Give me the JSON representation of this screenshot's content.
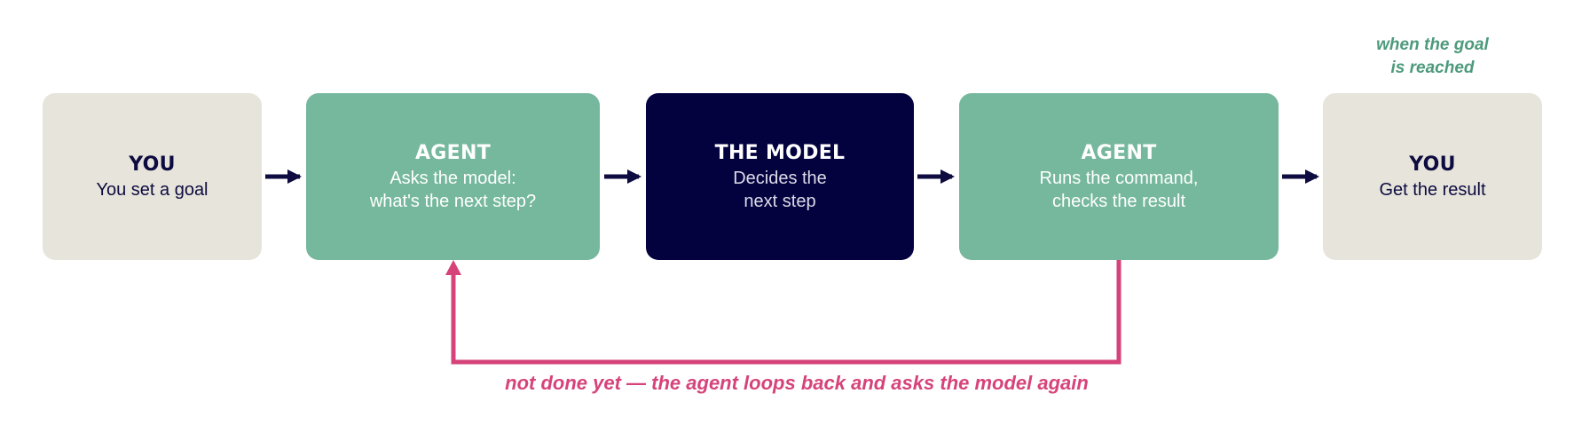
{
  "colors": {
    "you_box": "#e7e4dc",
    "agent_box": "#76b89d",
    "model_box": "#03023f",
    "arrow_navy": "#0d0b3f",
    "loop_pink": "#d6437a",
    "note_green": "#4d9a7b"
  },
  "nodes": [
    {
      "title": "YOU",
      "subtitle": "You set a goal"
    },
    {
      "title": "AGENT",
      "subtitle": "Asks the model:\nwhat's the next step?"
    },
    {
      "title": "THE MODEL",
      "subtitle": "Decides the\nnext step"
    },
    {
      "title": "AGENT",
      "subtitle": "Runs the command,\nchecks the result"
    },
    {
      "title": "YOU",
      "subtitle": "Get the result"
    }
  ],
  "edges": [
    {
      "from": "YOU",
      "to": "AGENT"
    },
    {
      "from": "AGENT",
      "to": "THE MODEL"
    },
    {
      "from": "THE MODEL",
      "to": "AGENT"
    },
    {
      "from": "AGENT",
      "to": "YOU"
    }
  ],
  "annotations": {
    "goal_reached": "when the goal\nis reached",
    "loop_back": "not done yet — the agent loops back and asks the model again"
  }
}
